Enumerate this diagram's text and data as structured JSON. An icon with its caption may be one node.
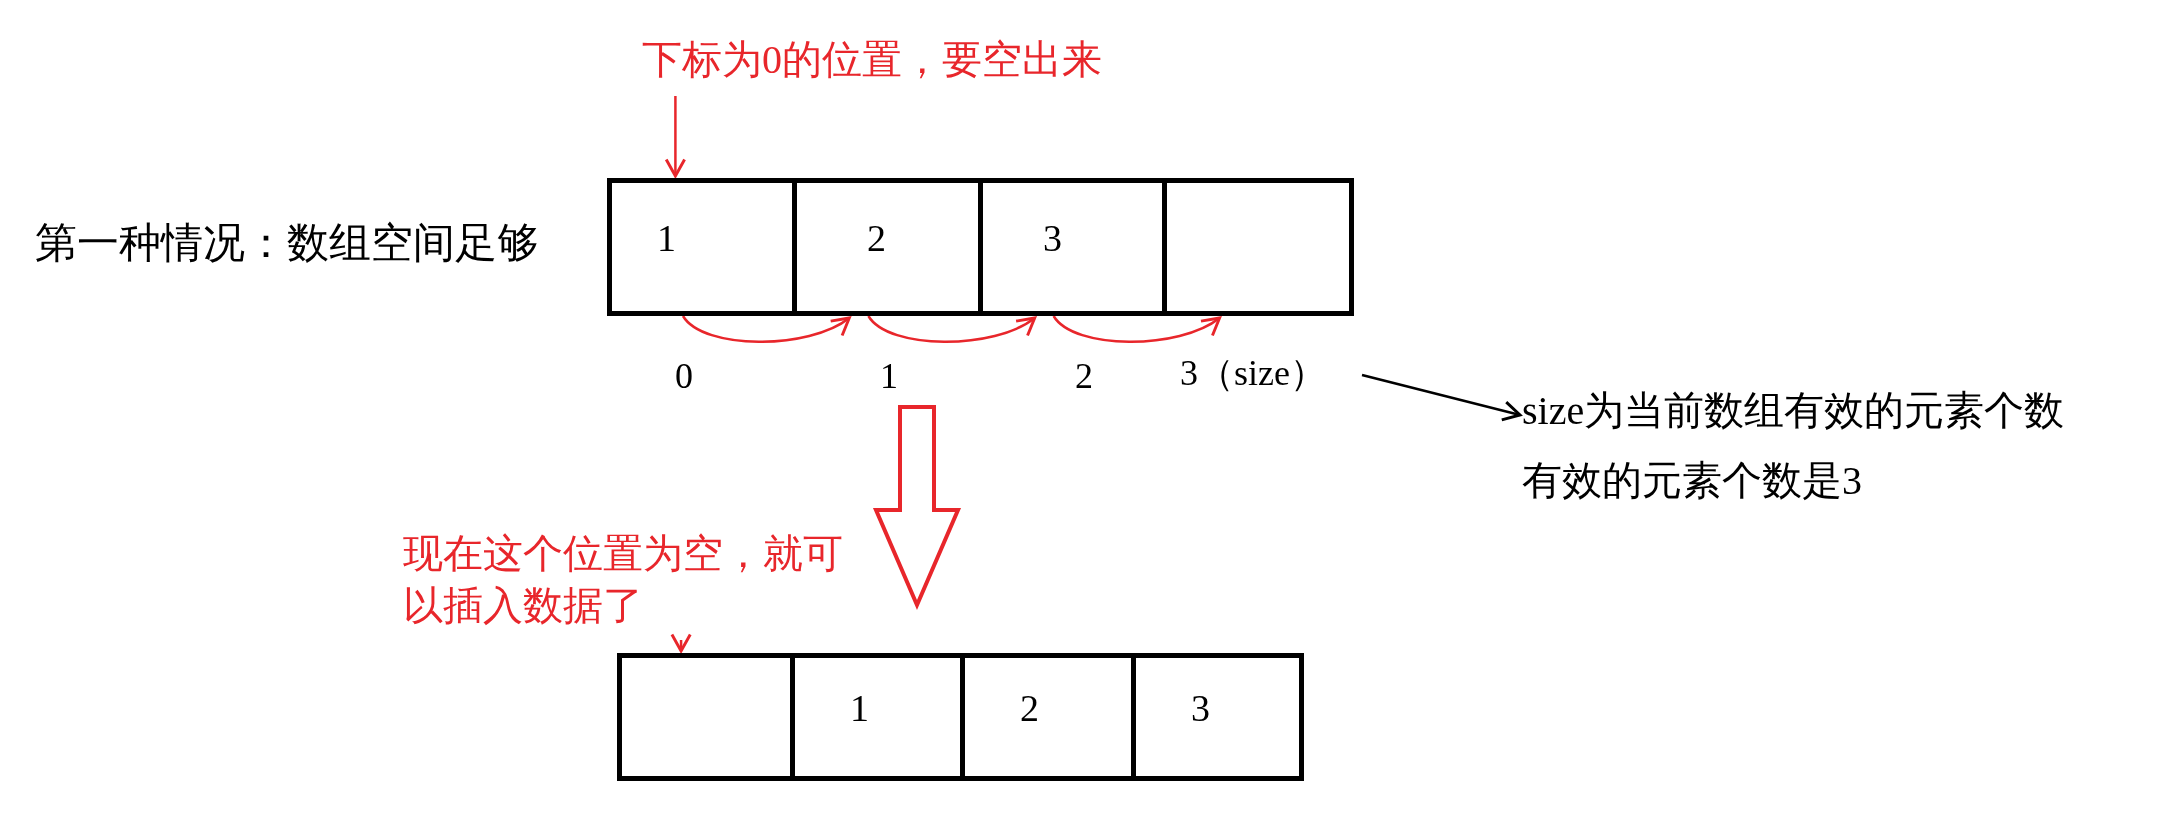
{
  "diagram": {
    "nodes": [
      {
        "text": [
          "下标为0的位置，要空出来"
        ]
      },
      {
        "text": [
          "1"
        ]
      },
      {
        "text": [
          "2"
        ]
      },
      {
        "text": [
          "3"
        ]
      },
      {
        "text": [],
        "shape": "box"
      },
      {
        "text": [
          "3（size）"
        ]
      },
      {
        "text": [
          "size为当前数组有效的元素个数",
          "有效的元素个数是3"
        ]
      },
      {
        "text": [
          "现在这个位置为空，就可以插入数据了"
        ]
      },
      {
        "text": [],
        "shape": "box"
      },
      {
        "text": [
          "1"
        ]
      },
      {
        "text": [
          "2"
        ]
      },
      {
        "text": [
          "3"
        ]
      }
    ],
    "edges": [
      {
        "from": 0,
        "to": 1,
        "arrow": "to"
      },
      {
        "from": 1,
        "to": 2,
        "arrow": "to"
      },
      {
        "from": 2,
        "to": 3,
        "arrow": "to"
      },
      {
        "from": 3,
        "to": 4,
        "arrow": "to"
      },
      {
        "from": 5,
        "to": 6,
        "arrow": "to",
        "color": "#000000"
      },
      {
        "from": 7,
        "to": 8,
        "arrow": "to"
      }
    ],
    "labels": [
      "第一种情况：数组空间足够",
      "0",
      "1",
      "2"
    ]
  }
}
